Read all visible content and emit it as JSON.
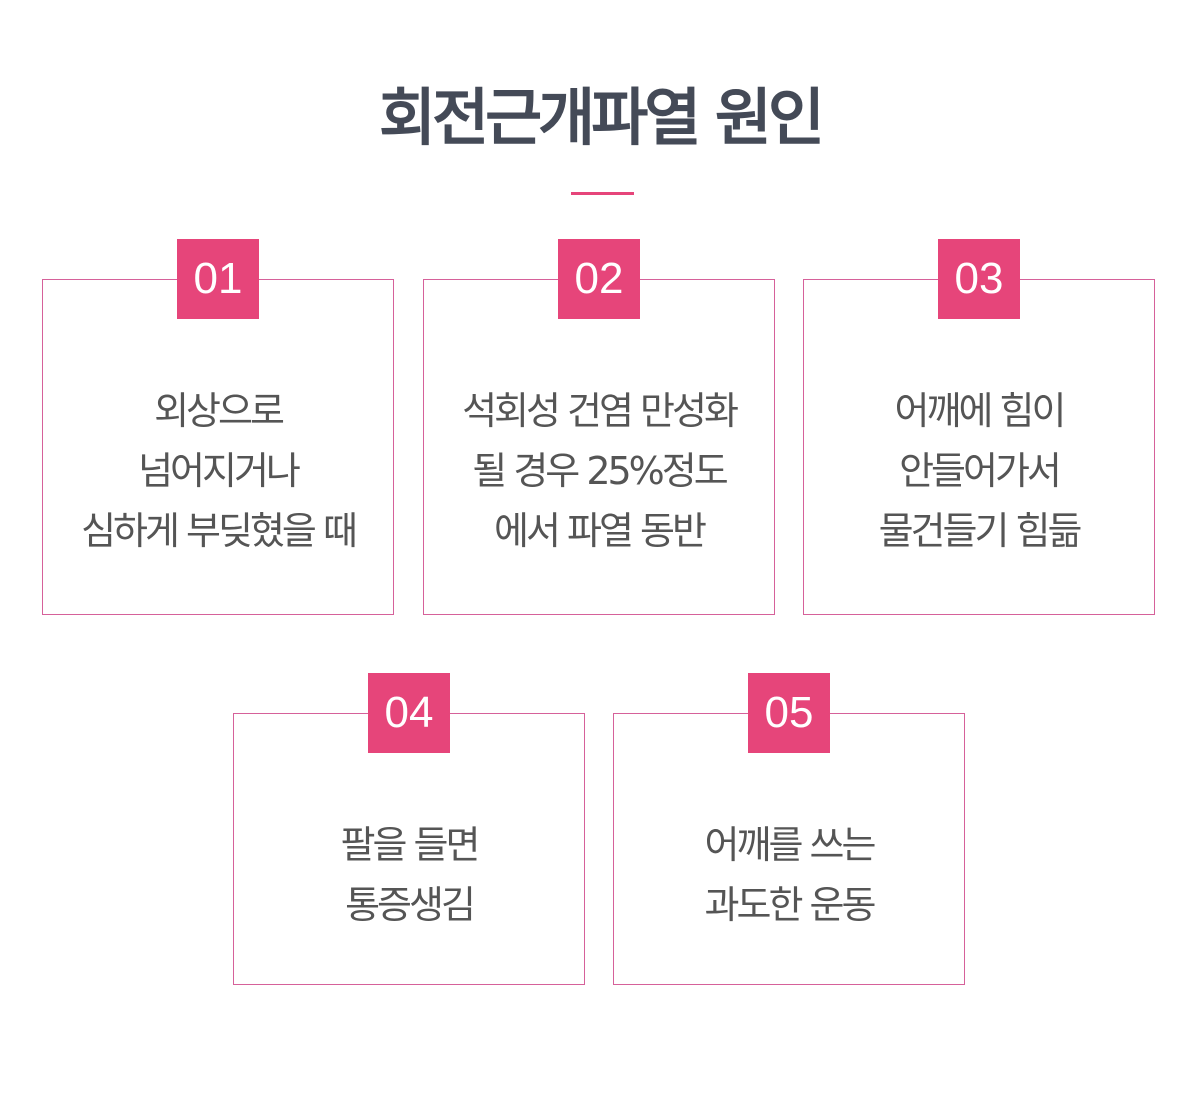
{
  "title": "회전근개파열 원인",
  "accent_color": "#e6457a",
  "causes": [
    {
      "number": "01",
      "lines": [
        "외상으로",
        "넘어지거나",
        "심하게 부딪혔을 때"
      ]
    },
    {
      "number": "02",
      "lines": [
        "석회성 건염 만성화",
        "될 경우 25%정도",
        "에서 파열 동반"
      ]
    },
    {
      "number": "03",
      "lines": [
        "어깨에 힘이",
        "안들어가서",
        "물건들기 힘듦"
      ]
    },
    {
      "number": "04",
      "lines": [
        "팔을 들면",
        "통증생김"
      ]
    },
    {
      "number": "05",
      "lines": [
        "어깨를 쓰는",
        "과도한 운동"
      ]
    }
  ]
}
